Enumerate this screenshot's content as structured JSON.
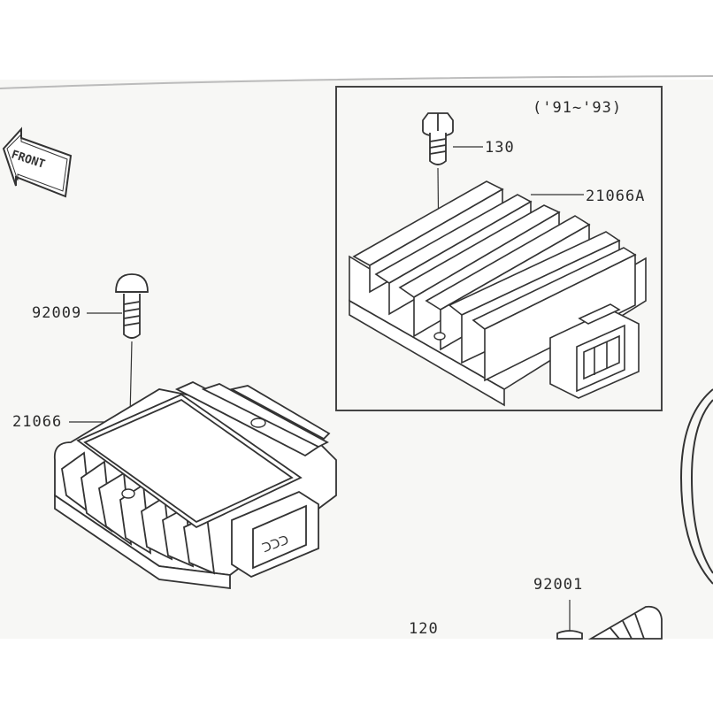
{
  "diagram": {
    "front_label": "FRONT",
    "inset": {
      "years": "('91~'93)"
    },
    "parts": {
      "bolt_inset": "130",
      "regulator_inset": "21066A",
      "bolt_main": "92009",
      "regulator_main": "21066",
      "fitting": "92001",
      "bottom": "120"
    }
  },
  "colors": {
    "paper": "#f7f7f5",
    "line": "#333333",
    "text": "#2a2a2a"
  }
}
